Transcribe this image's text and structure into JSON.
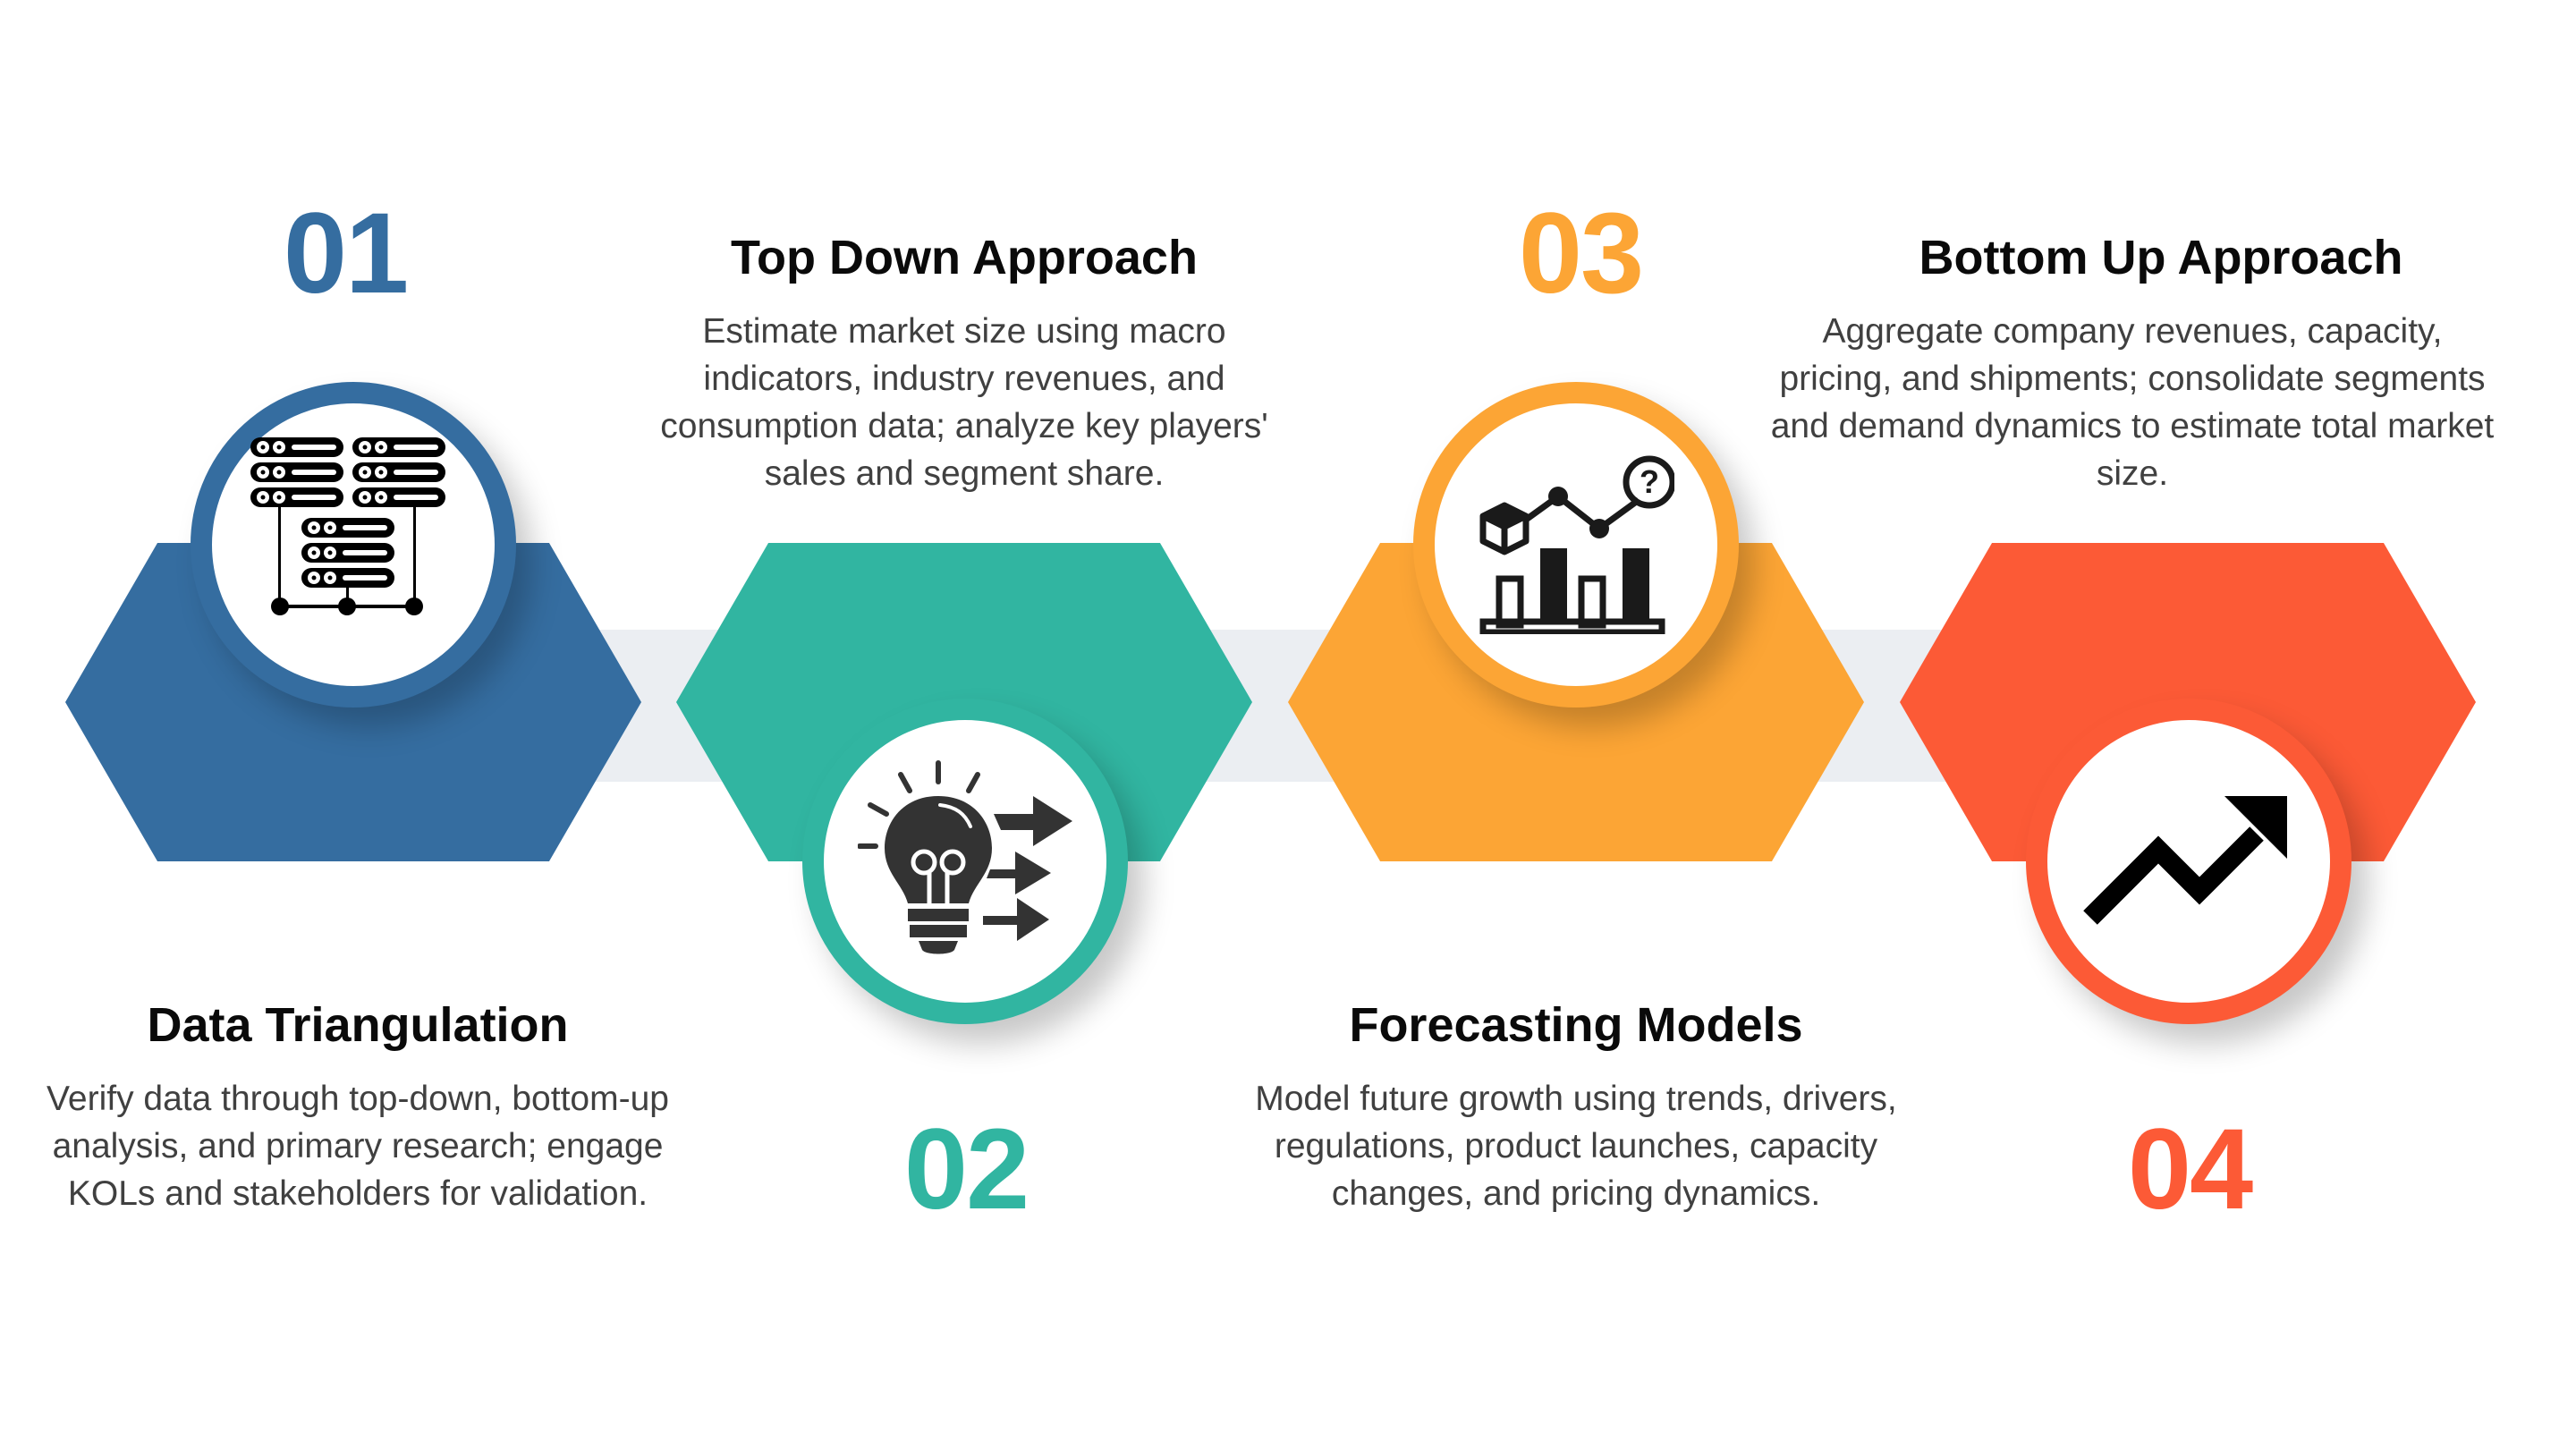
{
  "colors": {
    "step1": "#356da0",
    "step2": "#31b5a1",
    "step3": "#fca535",
    "step4": "#fc5a36",
    "band": "#ebeef2",
    "heading": "#0a0a0a",
    "body": "#404040"
  },
  "steps": [
    {
      "number": "01",
      "title": "Data Triangulation",
      "description": "Verify data through top-down, bottom-up analysis, and primary research; engage KOLs and stakeholders for validation.",
      "icon": "server-network-icon",
      "color": "#356da0"
    },
    {
      "number": "02",
      "title": "Top Down Approach",
      "description": "Estimate market size using macro indicators, industry revenues, and consumption data; analyze key players' sales and segment share.",
      "icon": "lightbulb-arrows-icon",
      "color": "#31b5a1"
    },
    {
      "number": "03",
      "title": "Forecasting Models",
      "description": "Model future growth using trends, drivers, regulations, product launches, capacity changes, and pricing dynamics.",
      "icon": "bar-chart-question-icon",
      "color": "#fca535"
    },
    {
      "number": "04",
      "title": "Bottom Up Approach",
      "description": "Aggregate company revenues, capacity, pricing, and shipments; consolidate segments and demand dynamics to estimate total market size.",
      "icon": "trend-up-arrow-icon",
      "color": "#fc5a36"
    }
  ]
}
